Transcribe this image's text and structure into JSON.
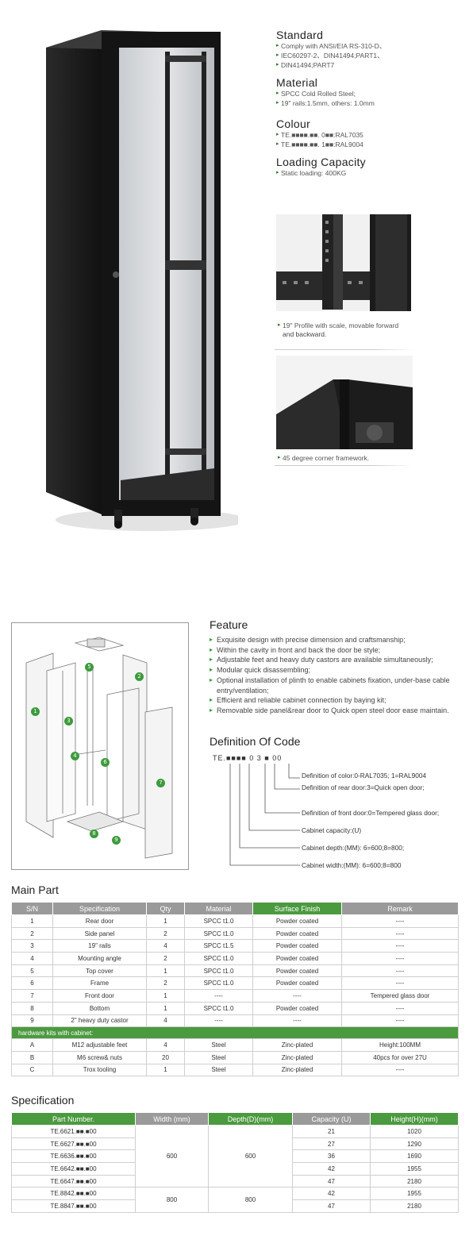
{
  "specs": {
    "standard": {
      "title": "Standard",
      "lines": [
        "Comply with ANSI/EIA RS-310-D、",
        "IEC60297-2、DIN41494;PART1、",
        "DIN41494;PART7"
      ]
    },
    "material": {
      "title": "Material",
      "lines": [
        "SPCC Cold Rolled Steel;",
        "19\" rails:1.5mm, others: 1.0mm"
      ]
    },
    "colour": {
      "title": "Colour",
      "lines": [
        "TE.■■■■.■■. 0■■:RAL7035",
        "TE.■■■■.■■. 1■■:RAL9004"
      ]
    },
    "loading": {
      "title": "Loading Capacity",
      "lines": [
        "Static loading: 400KG"
      ]
    }
  },
  "photos": {
    "profile_caption": [
      "19\" Profile with scale, movable forward",
      "and backward."
    ],
    "corner_caption": "45 degree corner framework."
  },
  "feature": {
    "title": "Feature",
    "items": [
      "Exquisite design with precise dimension and craftsmanship;",
      "Within the cavity in front and back the door be style;",
      "Adjustable feet and heavy duty castors are available simultaneously;",
      "Modular quick disassembling;",
      "Optional installation of plinth to enable cabinets fixation, under-base cable entry/ventilation;",
      "Efficient and reliable cabinet connection by baying kit;",
      "Removable side panel&rear door to Quick open steel door ease maintain."
    ]
  },
  "diagram_numbers": [
    "1",
    "2",
    "3",
    "4",
    "5",
    "6",
    "7",
    "8",
    "9"
  ],
  "code": {
    "title": "Definition Of Code",
    "pattern": "TE.■■■■ 0 3 ■ 00",
    "labels": [
      "Definition of color:0-RAL7035; 1=RAL9004",
      "Definition of rear door:3=Quick open door;",
      "Definition of front door:0=Tempered glass door;",
      "Cabinet capacity:(U)",
      "Cabinet depth:(MM): 6=600;8=800;",
      "Cabinet width:(MM): 6=600;8=800"
    ]
  },
  "main_part": {
    "title": "Main Part",
    "headers": [
      "S/N",
      "Specification",
      "Qty",
      "Material",
      "Surface Finish",
      "Remark"
    ],
    "rows": [
      [
        "1",
        "Rear door",
        "1",
        "SPCC t1.0",
        "Powder coated",
        "----"
      ],
      [
        "2",
        "Side panel",
        "2",
        "SPCC t1.0",
        "Powder coated",
        "----"
      ],
      [
        "3",
        "19\" rails",
        "4",
        "SPCC t1.5",
        "Powder coated",
        "----"
      ],
      [
        "4",
        "Mounting angle",
        "2",
        "SPCC t1.0",
        "Powder coated",
        "----"
      ],
      [
        "5",
        "Top cover",
        "1",
        "SPCC t1.0",
        "Powder coated",
        "----"
      ],
      [
        "6",
        "Frame",
        "2",
        "SPCC t1.0",
        "Powder coated",
        "----"
      ],
      [
        "7",
        "Front door",
        "1",
        "----",
        "----",
        "Tempered glass door"
      ],
      [
        "8",
        "Bottom",
        "1",
        "SPCC t1.0",
        "Powder coated",
        "----"
      ],
      [
        "9",
        "2\" heavy duty castor",
        "4",
        "----",
        "----",
        "----"
      ]
    ],
    "subheader": "hardware kits with cabinet:",
    "kit_rows": [
      [
        "A",
        "M12 adjustable feet",
        "4",
        "Steel",
        "Zinc-plated",
        "Height:100MM"
      ],
      [
        "B",
        "M6 screw& nuts",
        "20",
        "Steel",
        "Zinc-plated",
        "40pcs for over 27U"
      ],
      [
        "C",
        "Trox tooling",
        "1",
        "Steel",
        "Zinc-plated",
        "----"
      ]
    ]
  },
  "spec_table": {
    "title": "Specification",
    "headers": [
      "Part Number.",
      "Width (mm)",
      "Depth(D)(mm)",
      "Capacity (U)",
      "Height(H)(mm)"
    ],
    "parts": [
      "TE.6621.■■.■00",
      "TE.6627.■■.■00",
      "TE.6636.■■.■00",
      "TE.6642.■■.■00",
      "TE.6647.■■.■00",
      "TE.8842.■■.■00",
      "TE.8847.■■.■00"
    ],
    "capacity": [
      "21",
      "27",
      "36",
      "42",
      "47",
      "42",
      "47"
    ],
    "height": [
      "1020",
      "1290",
      "1690",
      "1955",
      "2180",
      "1955",
      "2180"
    ],
    "width_600": "600",
    "depth_600": "600",
    "width_800": "800",
    "depth_800": "800"
  }
}
